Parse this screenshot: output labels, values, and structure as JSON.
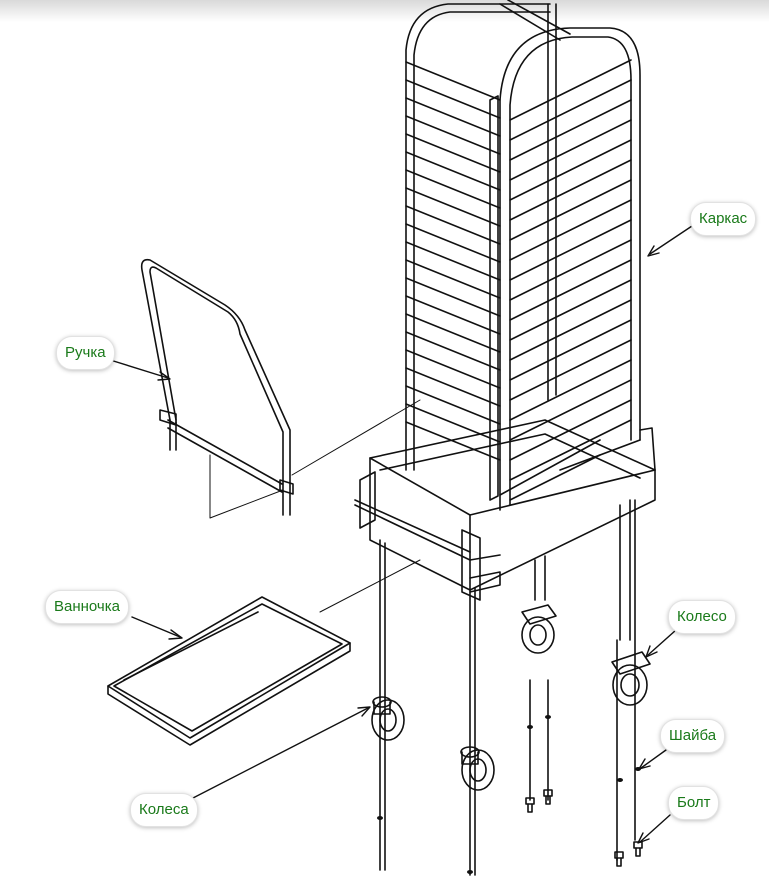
{
  "labels": {
    "frame": "Каркас",
    "handle": "Ручка",
    "tray": "Ванночка",
    "wheel": "Колесо",
    "washer": "Шайба",
    "bolt": "Болт",
    "wheels": "Колеса"
  },
  "colors": {
    "label_text": "#1a7a1a",
    "line": "#111111",
    "background": "#ffffff"
  }
}
